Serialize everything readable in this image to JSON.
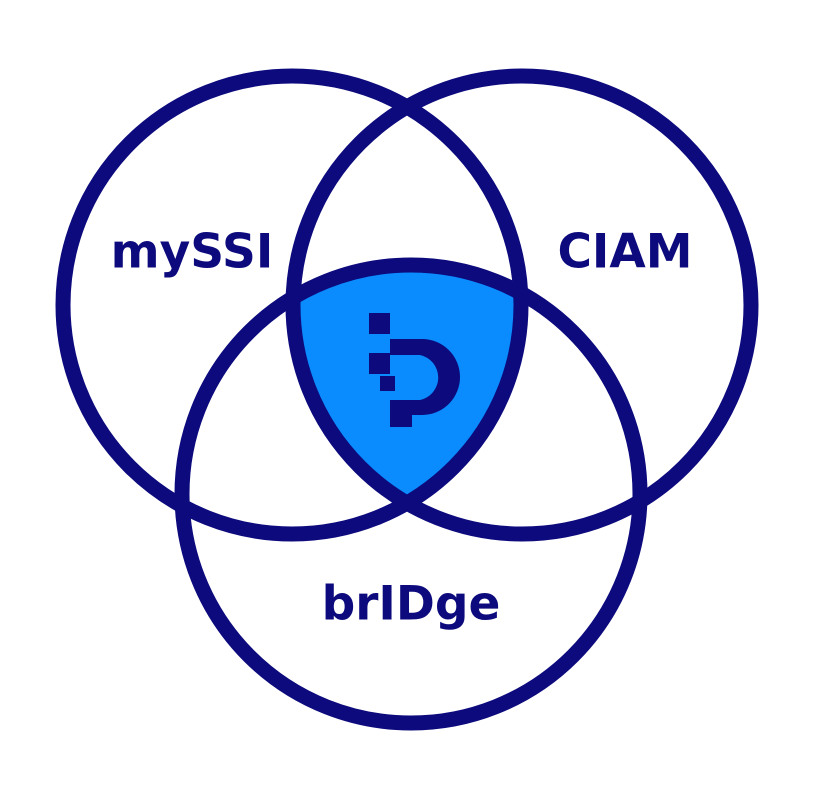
{
  "diagram": {
    "type": "venn",
    "sets": [
      {
        "id": "top-left",
        "label": "mySSI"
      },
      {
        "id": "top-right",
        "label": "CIAM"
      },
      {
        "id": "bottom",
        "label": "brIDge"
      }
    ],
    "center_logo": "id-logo-mark"
  },
  "colors": {
    "stroke": "#0c0a7c",
    "center_fill": "#0a8cff",
    "logo": "#0c0a7c",
    "background": "#ffffff"
  }
}
